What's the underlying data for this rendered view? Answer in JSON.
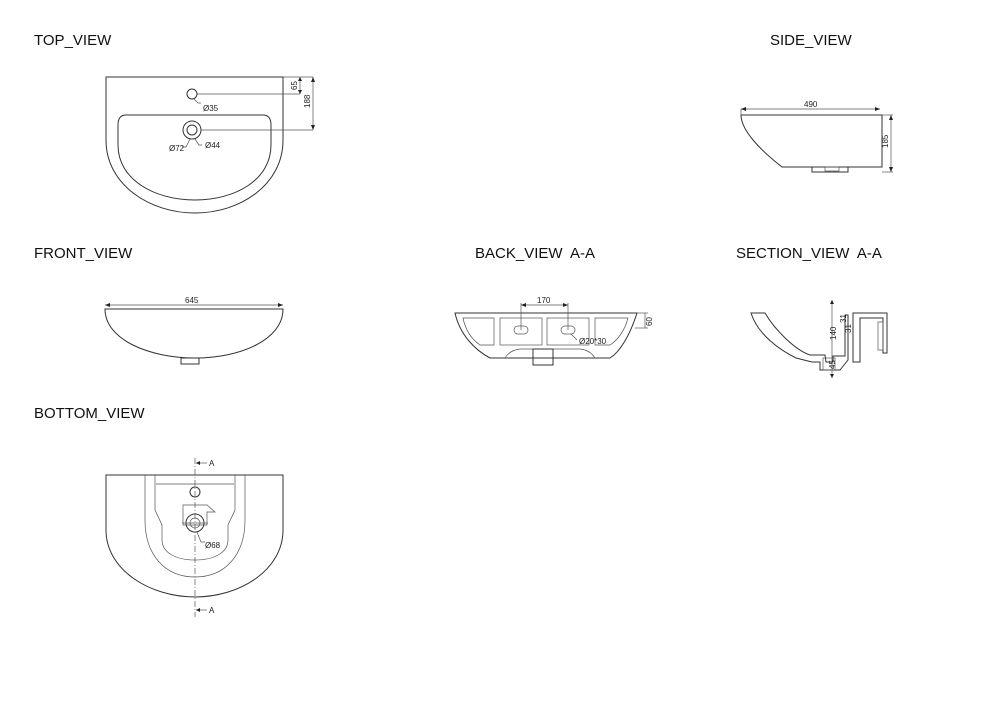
{
  "views": {
    "top": {
      "title": "TOP_VIEW",
      "dims": {
        "hole_dia": "Ø35",
        "overflow_outer": "Ø72",
        "overflow_inner": "Ø44",
        "offset_small": "65",
        "offset_large": "188"
      }
    },
    "side": {
      "title": "SIDE_VIEW",
      "dims": {
        "depth": "490",
        "height": "185"
      }
    },
    "front": {
      "title": "FRONT_VIEW",
      "dims": {
        "width": "645"
      }
    },
    "back": {
      "title": "BACK_VIEW  A-A",
      "dims": {
        "spacing": "170",
        "slot": "Ø20*30",
        "height": "60"
      }
    },
    "section": {
      "title": "SECTION_VIEW  A-A",
      "dims": {
        "depth": "140",
        "top_a": "31",
        "top_b": "31",
        "bottom": "45"
      }
    },
    "bottom": {
      "title": "BOTTOM_VIEW",
      "dims": {
        "waste_dia": "Ø68",
        "section_mark_top": "A",
        "section_mark_bottom": "A"
      }
    }
  }
}
